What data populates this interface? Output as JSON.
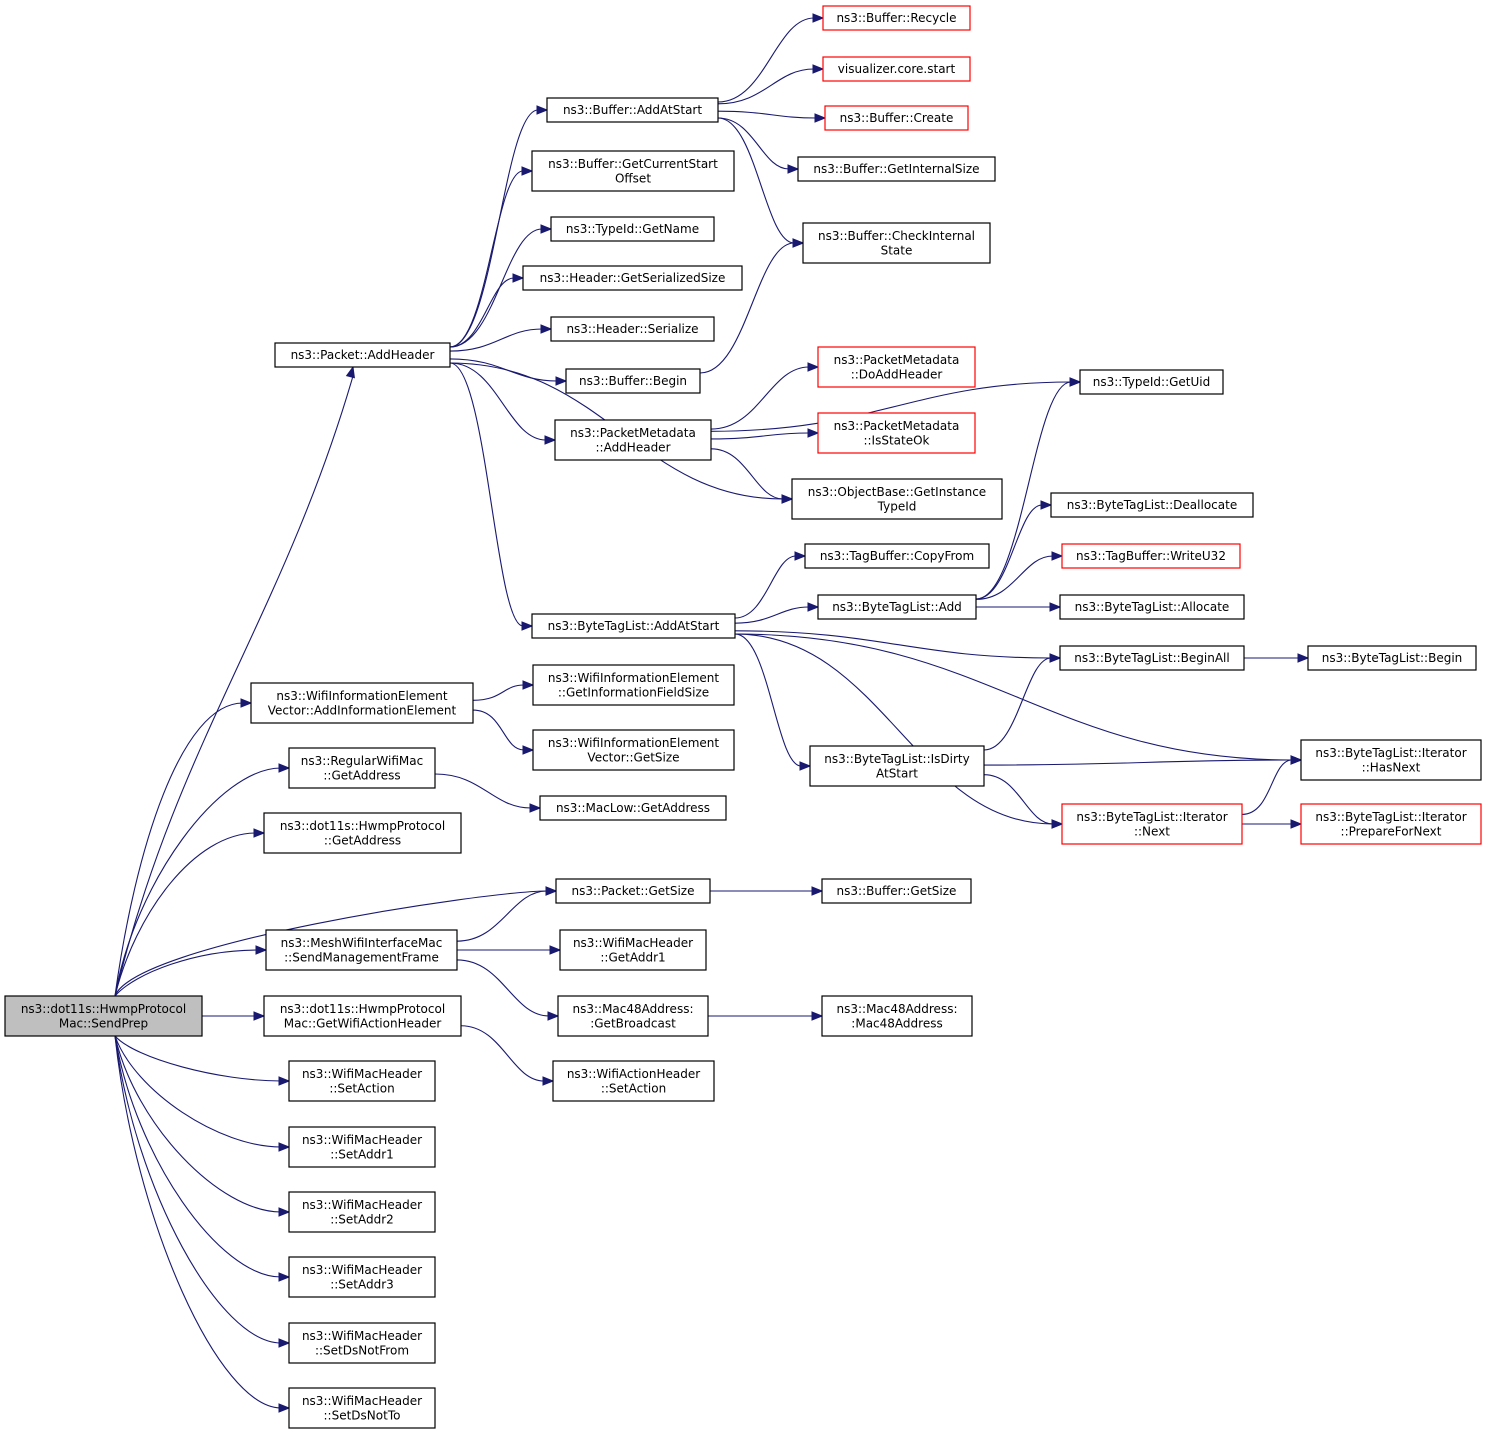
{
  "nodes": [
    {
      "id": "sendprep",
      "lines": [
        "ns3::dot11s::HwmpProtocol",
        "Mac::SendPrep"
      ],
      "style": "root"
    },
    {
      "id": "addheader",
      "lines": [
        "ns3::Packet::AddHeader"
      ],
      "style": "normal"
    },
    {
      "id": "addinfo",
      "lines": [
        "ns3::WifiInformationElement",
        "Vector::AddInformationElement"
      ],
      "style": "normal"
    },
    {
      "id": "regular_getaddr",
      "lines": [
        "ns3::RegularWifiMac",
        "::GetAddress"
      ],
      "style": "normal"
    },
    {
      "id": "hwmp_getaddr",
      "lines": [
        "ns3::dot11s::HwmpProtocol",
        "::GetAddress"
      ],
      "style": "normal"
    },
    {
      "id": "mesh_sendmgmt",
      "lines": [
        "ns3::MeshWifiInterfaceMac",
        "::SendManagementFrame"
      ],
      "style": "normal"
    },
    {
      "id": "getwifiaction",
      "lines": [
        "ns3::dot11s::HwmpProtocol",
        "Mac::GetWifiActionHeader"
      ],
      "style": "normal"
    },
    {
      "id": "mh_setaction",
      "lines": [
        "ns3::WifiMacHeader",
        "::SetAction"
      ],
      "style": "normal"
    },
    {
      "id": "mh_setaddr1",
      "lines": [
        "ns3::WifiMacHeader",
        "::SetAddr1"
      ],
      "style": "normal"
    },
    {
      "id": "mh_setaddr2",
      "lines": [
        "ns3::WifiMacHeader",
        "::SetAddr2"
      ],
      "style": "normal"
    },
    {
      "id": "mh_setaddr3",
      "lines": [
        "ns3::WifiMacHeader",
        "::SetAddr3"
      ],
      "style": "normal"
    },
    {
      "id": "mh_setdsnotfrom",
      "lines": [
        "ns3::WifiMacHeader",
        "::SetDsNotFrom"
      ],
      "style": "normal"
    },
    {
      "id": "mh_setdsnotto",
      "lines": [
        "ns3::WifiMacHeader",
        "::SetDsNotTo"
      ],
      "style": "normal"
    },
    {
      "id": "buf_addatstart",
      "lines": [
        "ns3::Buffer::AddAtStart"
      ],
      "style": "normal"
    },
    {
      "id": "buf_getcurrentstart",
      "lines": [
        "ns3::Buffer::GetCurrentStart",
        "Offset"
      ],
      "style": "normal"
    },
    {
      "id": "typeid_getname",
      "lines": [
        "ns3::TypeId::GetName"
      ],
      "style": "normal"
    },
    {
      "id": "hdr_getserialized",
      "lines": [
        "ns3::Header::GetSerializedSize"
      ],
      "style": "normal"
    },
    {
      "id": "hdr_serialize",
      "lines": [
        "ns3::Header::Serialize"
      ],
      "style": "normal"
    },
    {
      "id": "buf_begin",
      "lines": [
        "ns3::Buffer::Begin"
      ],
      "style": "normal"
    },
    {
      "id": "pm_addheader",
      "lines": [
        "ns3::PacketMetadata",
        "::AddHeader"
      ],
      "style": "normal"
    },
    {
      "id": "btl_addatstart",
      "lines": [
        "ns3::ByteTagList::AddAtStart"
      ],
      "style": "normal"
    },
    {
      "id": "wie_getinfosize",
      "lines": [
        "ns3::WifiInformationElement",
        "::GetInformationFieldSize"
      ],
      "style": "normal"
    },
    {
      "id": "wiev_getsize",
      "lines": [
        "ns3::WifiInformationElement",
        "Vector::GetSize"
      ],
      "style": "normal"
    },
    {
      "id": "maclow_getaddr",
      "lines": [
        "ns3::MacLow::GetAddress"
      ],
      "style": "normal"
    },
    {
      "id": "pkt_getsize",
      "lines": [
        "ns3::Packet::GetSize"
      ],
      "style": "normal"
    },
    {
      "id": "mh_getaddr1",
      "lines": [
        "ns3::WifiMacHeader",
        "::GetAddr1"
      ],
      "style": "normal"
    },
    {
      "id": "mac48_getbroadcast",
      "lines": [
        "ns3::Mac48Address:",
        ":GetBroadcast"
      ],
      "style": "normal"
    },
    {
      "id": "wah_setaction",
      "lines": [
        "ns3::WifiActionHeader",
        "::SetAction"
      ],
      "style": "normal"
    },
    {
      "id": "buf_recycle",
      "lines": [
        "ns3::Buffer::Recycle"
      ],
      "style": "external"
    },
    {
      "id": "vis_start",
      "lines": [
        "visualizer.core.start"
      ],
      "style": "external"
    },
    {
      "id": "buf_create",
      "lines": [
        "ns3::Buffer::Create"
      ],
      "style": "external"
    },
    {
      "id": "buf_getinternalsize",
      "lines": [
        "ns3::Buffer::GetInternalSize"
      ],
      "style": "normal"
    },
    {
      "id": "buf_checkinternal",
      "lines": [
        "ns3::Buffer::CheckInternal",
        "State"
      ],
      "style": "normal"
    },
    {
      "id": "pm_doaddheader",
      "lines": [
        "ns3::PacketMetadata",
        "::DoAddHeader"
      ],
      "style": "external"
    },
    {
      "id": "pm_isstateok",
      "lines": [
        "ns3::PacketMetadata",
        "::IsStateOk"
      ],
      "style": "external"
    },
    {
      "id": "ob_getinstancetypeid",
      "lines": [
        "ns3::ObjectBase::GetInstance",
        "TypeId"
      ],
      "style": "normal"
    },
    {
      "id": "tb_copyfrom",
      "lines": [
        "ns3::TagBuffer::CopyFrom"
      ],
      "style": "normal"
    },
    {
      "id": "btl_add",
      "lines": [
        "ns3::ByteTagList::Add"
      ],
      "style": "normal"
    },
    {
      "id": "btl_isdirty",
      "lines": [
        "ns3::ByteTagList::IsDirty",
        "AtStart"
      ],
      "style": "normal"
    },
    {
      "id": "buf_getsize",
      "lines": [
        "ns3::Buffer::GetSize"
      ],
      "style": "normal"
    },
    {
      "id": "mac48_ctor",
      "lines": [
        "ns3::Mac48Address:",
        ":Mac48Address"
      ],
      "style": "normal"
    },
    {
      "id": "typeid_getuid",
      "lines": [
        "ns3::TypeId::GetUid"
      ],
      "style": "normal"
    },
    {
      "id": "btl_dealloc",
      "lines": [
        "ns3::ByteTagList::Deallocate"
      ],
      "style": "normal"
    },
    {
      "id": "tb_writeu32",
      "lines": [
        "ns3::TagBuffer::WriteU32"
      ],
      "style": "external"
    },
    {
      "id": "btl_allocate",
      "lines": [
        "ns3::ByteTagList::Allocate"
      ],
      "style": "normal"
    },
    {
      "id": "btl_beginall",
      "lines": [
        "ns3::ByteTagList::BeginAll"
      ],
      "style": "normal"
    },
    {
      "id": "btl_it_next",
      "lines": [
        "ns3::ByteTagList::Iterator",
        "::Next"
      ],
      "style": "external"
    },
    {
      "id": "btl_begin",
      "lines": [
        "ns3::ByteTagList::Begin"
      ],
      "style": "normal"
    },
    {
      "id": "btl_it_hasnext",
      "lines": [
        "ns3::ByteTagList::Iterator",
        "::HasNext"
      ],
      "style": "normal"
    },
    {
      "id": "btl_it_prepare",
      "lines": [
        "ns3::ByteTagList::Iterator",
        "::PrepareForNext"
      ],
      "style": "external"
    }
  ],
  "edges": [
    {
      "from": "sendprep",
      "to": "addheader"
    },
    {
      "from": "sendprep",
      "to": "addinfo"
    },
    {
      "from": "sendprep",
      "to": "regular_getaddr"
    },
    {
      "from": "sendprep",
      "to": "hwmp_getaddr"
    },
    {
      "from": "sendprep",
      "to": "pkt_getsize"
    },
    {
      "from": "sendprep",
      "to": "mesh_sendmgmt"
    },
    {
      "from": "sendprep",
      "to": "getwifiaction"
    },
    {
      "from": "sendprep",
      "to": "mh_setaction"
    },
    {
      "from": "sendprep",
      "to": "mh_setaddr1"
    },
    {
      "from": "sendprep",
      "to": "mh_setaddr2"
    },
    {
      "from": "sendprep",
      "to": "mh_setaddr3"
    },
    {
      "from": "sendprep",
      "to": "mh_setdsnotfrom"
    },
    {
      "from": "sendprep",
      "to": "mh_setdsnotto"
    },
    {
      "from": "addheader",
      "to": "buf_addatstart"
    },
    {
      "from": "addheader",
      "to": "buf_getcurrentstart"
    },
    {
      "from": "addheader",
      "to": "typeid_getname"
    },
    {
      "from": "addheader",
      "to": "hdr_getserialized"
    },
    {
      "from": "addheader",
      "to": "hdr_serialize"
    },
    {
      "from": "addheader",
      "to": "buf_begin"
    },
    {
      "from": "addheader",
      "to": "pm_addheader"
    },
    {
      "from": "addheader",
      "to": "ob_getinstancetypeid"
    },
    {
      "from": "addheader",
      "to": "btl_addatstart"
    },
    {
      "from": "buf_addatstart",
      "to": "buf_recycle"
    },
    {
      "from": "buf_addatstart",
      "to": "vis_start"
    },
    {
      "from": "buf_addatstart",
      "to": "buf_create"
    },
    {
      "from": "buf_addatstart",
      "to": "buf_getinternalsize"
    },
    {
      "from": "buf_addatstart",
      "to": "buf_checkinternal"
    },
    {
      "from": "buf_begin",
      "to": "buf_checkinternal"
    },
    {
      "from": "pm_addheader",
      "to": "typeid_getuid"
    },
    {
      "from": "pm_addheader",
      "to": "pm_doaddheader"
    },
    {
      "from": "pm_addheader",
      "to": "pm_isstateok"
    },
    {
      "from": "pm_addheader",
      "to": "ob_getinstancetypeid"
    },
    {
      "from": "btl_addatstart",
      "to": "tb_copyfrom"
    },
    {
      "from": "btl_addatstart",
      "to": "btl_add"
    },
    {
      "from": "btl_addatstart",
      "to": "btl_beginall"
    },
    {
      "from": "btl_addatstart",
      "to": "btl_isdirty"
    },
    {
      "from": "btl_addatstart",
      "to": "btl_it_hasnext"
    },
    {
      "from": "btl_addatstart",
      "to": "btl_it_next"
    },
    {
      "from": "btl_add",
      "to": "typeid_getuid"
    },
    {
      "from": "btl_add",
      "to": "btl_dealloc"
    },
    {
      "from": "btl_add",
      "to": "tb_writeu32"
    },
    {
      "from": "btl_add",
      "to": "btl_allocate"
    },
    {
      "from": "btl_beginall",
      "to": "btl_begin"
    },
    {
      "from": "btl_isdirty",
      "to": "btl_beginall"
    },
    {
      "from": "btl_isdirty",
      "to": "btl_it_hasnext"
    },
    {
      "from": "btl_isdirty",
      "to": "btl_it_next"
    },
    {
      "from": "btl_it_next",
      "to": "btl_it_hasnext"
    },
    {
      "from": "btl_it_next",
      "to": "btl_it_prepare"
    },
    {
      "from": "addinfo",
      "to": "wie_getinfosize"
    },
    {
      "from": "addinfo",
      "to": "wiev_getsize"
    },
    {
      "from": "regular_getaddr",
      "to": "maclow_getaddr"
    },
    {
      "from": "pkt_getsize",
      "to": "buf_getsize"
    },
    {
      "from": "mesh_sendmgmt",
      "to": "pkt_getsize"
    },
    {
      "from": "mesh_sendmgmt",
      "to": "mh_getaddr1"
    },
    {
      "from": "mesh_sendmgmt",
      "to": "mac48_getbroadcast"
    },
    {
      "from": "mac48_getbroadcast",
      "to": "mac48_ctor"
    },
    {
      "from": "getwifiaction",
      "to": "wah_setaction"
    }
  ]
}
